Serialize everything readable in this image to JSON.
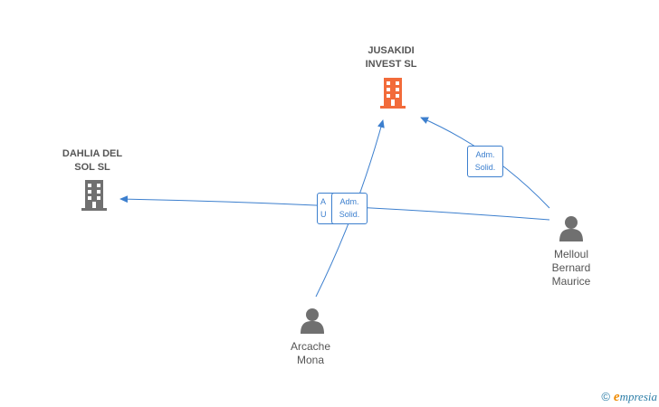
{
  "nodes": {
    "jusakidi": {
      "line1": "JUSAKIDI",
      "line2": "INVEST  SL",
      "color": "#f26b3a"
    },
    "dahlia": {
      "line1": "DAHLIA DEL",
      "line2": "SOL  SL",
      "color": "#707070"
    },
    "melloul": {
      "line1": "Melloul",
      "line2": "Bernard",
      "line3": "Maurice",
      "color": "#707070"
    },
    "arcache": {
      "line1": "Arcache",
      "line2": "Mona",
      "color": "#707070"
    }
  },
  "edges": {
    "melloul_jusakidi": {
      "line1": "Adm.",
      "line2": "Solid."
    },
    "arcache_jusakidi": {
      "line1": "Adm.",
      "line2": "Solid."
    },
    "arcache_dahlia_partial": {
      "line1": "A",
      "line2": "U"
    }
  },
  "colors": {
    "edge": "#3c7fce"
  },
  "watermark": {
    "copyright": "©",
    "brand_initial": "e",
    "brand_rest": "mpresia"
  }
}
